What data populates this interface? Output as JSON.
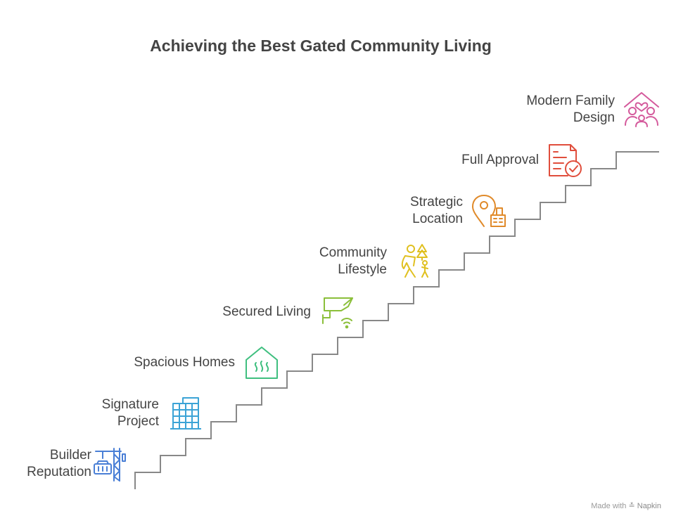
{
  "title": "Achieving the Best Gated Community Living",
  "colors": {
    "stairs": "#888888",
    "builder_reputation": "#4a7fd6",
    "signature_project": "#3ba3d6",
    "spacious_homes": "#3fbf7f",
    "secured_living": "#8bbf3a",
    "community_lifestyle": "#e0c020",
    "strategic_location": "#e08a2a",
    "full_approval": "#e04e3c",
    "modern_family_design": "#d45a9c"
  },
  "steps": [
    {
      "line1": "Builder",
      "line2": "Reputation",
      "icon": "crane-icon"
    },
    {
      "line1": "Signature",
      "line2": "Project",
      "icon": "building-icon"
    },
    {
      "line1": "Spacious Homes",
      "icon": "house-icon"
    },
    {
      "line1": "Secured Living",
      "icon": "security-camera-icon"
    },
    {
      "line1": "Community",
      "line2": "Lifestyle",
      "icon": "hiking-family-icon"
    },
    {
      "line1": "Strategic",
      "line2": "Location",
      "icon": "location-pin-icon"
    },
    {
      "line1": "Full Approval",
      "icon": "approved-document-icon"
    },
    {
      "line1": "Modern Family",
      "line2": "Design",
      "icon": "family-home-icon"
    }
  ],
  "watermark": {
    "prefix": "Made with",
    "brand": "Napkin"
  }
}
